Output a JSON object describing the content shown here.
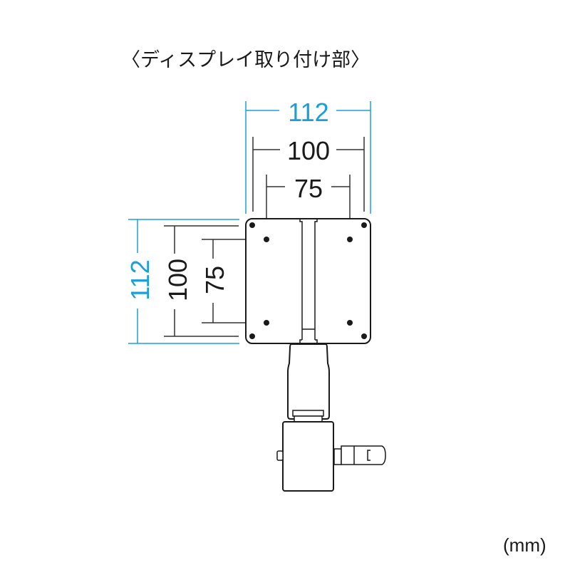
{
  "title": "〈ディスプレイ取り付け部〉",
  "unit_label": "(mm)",
  "colors": {
    "outline": "#1a1a1a",
    "dimension_outer": "#1aa0d8",
    "dimension_inner": "#1a1a1a"
  },
  "dimensions": {
    "horizontal": {
      "outer": "112",
      "middle": "100",
      "inner": "75"
    },
    "vertical": {
      "outer": "112",
      "middle": "100",
      "inner": "75"
    }
  }
}
